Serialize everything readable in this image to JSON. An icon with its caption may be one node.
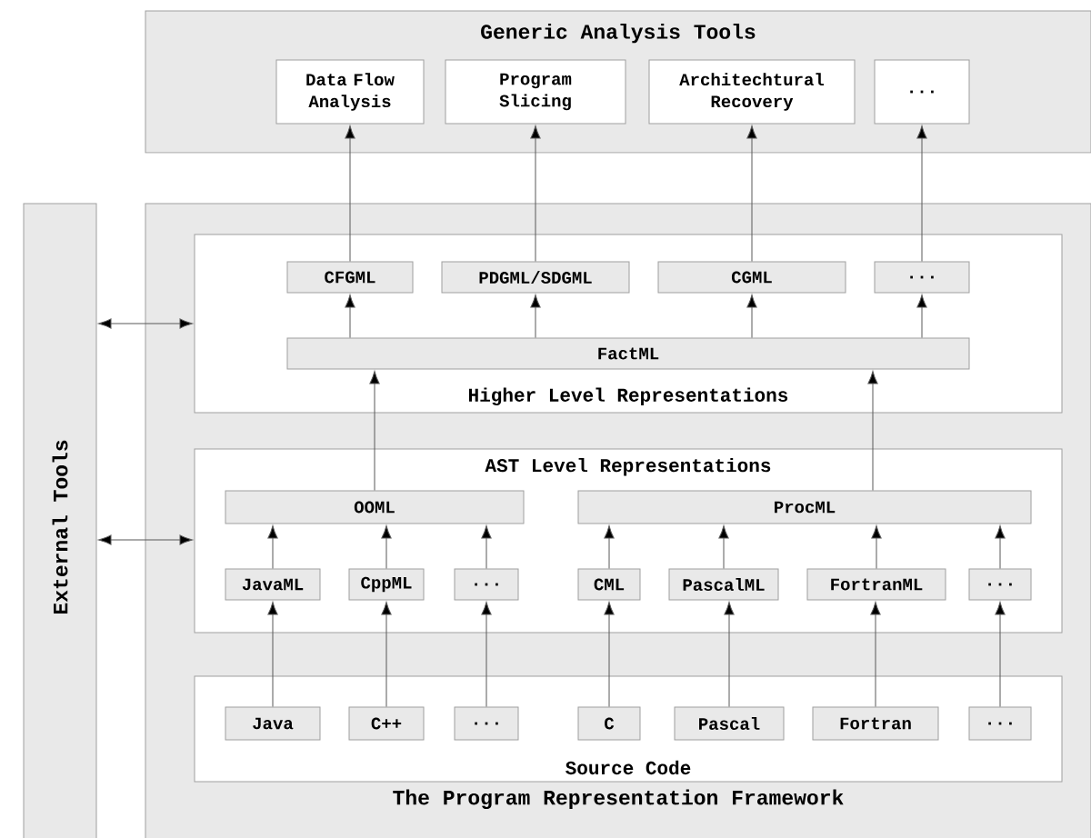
{
  "diagram": {
    "nodes": [
      {
        "text": [
          "Generic Analysis Tools"
        ]
      },
      {
        "text": [
          "Data Flow Analysis"
        ],
        "in": 0
      },
      {
        "text": [
          "Program Slicing"
        ],
        "in": 0
      },
      {
        "text": [
          "Architechtural Recovery"
        ],
        "in": 0
      },
      {
        "text": [
          "..."
        ],
        "in": 0
      },
      {
        "text": [
          "External Tools"
        ]
      },
      {
        "text": [
          "The Program Representation Framework"
        ]
      },
      {
        "text": [
          "Higher Level Representations"
        ],
        "in": 6
      },
      {
        "text": [
          "CFGML"
        ],
        "in": 7
      },
      {
        "text": [
          "PDGML/SDGML"
        ],
        "in": 7
      },
      {
        "text": [
          "CGML"
        ],
        "in": 7
      },
      {
        "text": [
          "..."
        ],
        "in": 7
      },
      {
        "text": [
          "FactML"
        ],
        "in": 7
      },
      {
        "text": [
          "AST Level Representations"
        ],
        "in": 6
      },
      {
        "text": [
          "OOML"
        ],
        "in": 13
      },
      {
        "text": [
          "ProcML"
        ],
        "in": 13
      },
      {
        "text": [
          "JavaML"
        ],
        "in": 13
      },
      {
        "text": [
          "CppML"
        ],
        "in": 13
      },
      {
        "text": [
          "..."
        ],
        "in": 13
      },
      {
        "text": [
          "CML"
        ],
        "in": 13
      },
      {
        "text": [
          "PascalML"
        ],
        "in": 13
      },
      {
        "text": [
          "FortranML"
        ],
        "in": 13
      },
      {
        "text": [
          "..."
        ],
        "in": 13
      },
      {
        "text": [
          "Source Code"
        ],
        "in": 6
      },
      {
        "text": [
          "Java"
        ],
        "in": 23
      },
      {
        "text": [
          "C++"
        ],
        "in": 23
      },
      {
        "text": [
          "..."
        ],
        "in": 23
      },
      {
        "text": [
          "C"
        ],
        "in": 23
      },
      {
        "text": [
          "Pascal"
        ],
        "in": 23
      },
      {
        "text": [
          "Fortran"
        ],
        "in": 23
      },
      {
        "text": [
          "..."
        ],
        "in": 23
      }
    ],
    "edges": [
      {
        "from": 8,
        "to": 1,
        "arrow": "to"
      },
      {
        "from": 9,
        "to": 2,
        "arrow": "to"
      },
      {
        "from": 10,
        "to": 3,
        "arrow": "to"
      },
      {
        "from": 11,
        "to": 4,
        "arrow": "to"
      },
      {
        "from": 12,
        "to": 8,
        "arrow": "to"
      },
      {
        "from": 12,
        "to": 9,
        "arrow": "to"
      },
      {
        "from": 12,
        "to": 10,
        "arrow": "to"
      },
      {
        "from": 12,
        "to": 11,
        "arrow": "to"
      },
      {
        "from": 14,
        "to": 12,
        "arrow": "to"
      },
      {
        "from": 15,
        "to": 12,
        "arrow": "to"
      },
      {
        "from": 16,
        "to": 14,
        "arrow": "to"
      },
      {
        "from": 17,
        "to": 14,
        "arrow": "to"
      },
      {
        "from": 18,
        "to": 14,
        "arrow": "to"
      },
      {
        "from": 19,
        "to": 15,
        "arrow": "to"
      },
      {
        "from": 20,
        "to": 15,
        "arrow": "to"
      },
      {
        "from": 21,
        "to": 15,
        "arrow": "to"
      },
      {
        "from": 22,
        "to": 15,
        "arrow": "to"
      },
      {
        "from": 24,
        "to": 16,
        "arrow": "to"
      },
      {
        "from": 25,
        "to": 17,
        "arrow": "to"
      },
      {
        "from": 26,
        "to": 18,
        "arrow": "to"
      },
      {
        "from": 27,
        "to": 19,
        "arrow": "to"
      },
      {
        "from": 28,
        "to": 20,
        "arrow": "to"
      },
      {
        "from": 29,
        "to": 21,
        "arrow": "to"
      },
      {
        "from": 30,
        "to": 22,
        "arrow": "to"
      },
      {
        "from": 5,
        "to": 7,
        "arrow": "both"
      },
      {
        "from": 5,
        "to": 13,
        "arrow": "both"
      }
    ]
  }
}
